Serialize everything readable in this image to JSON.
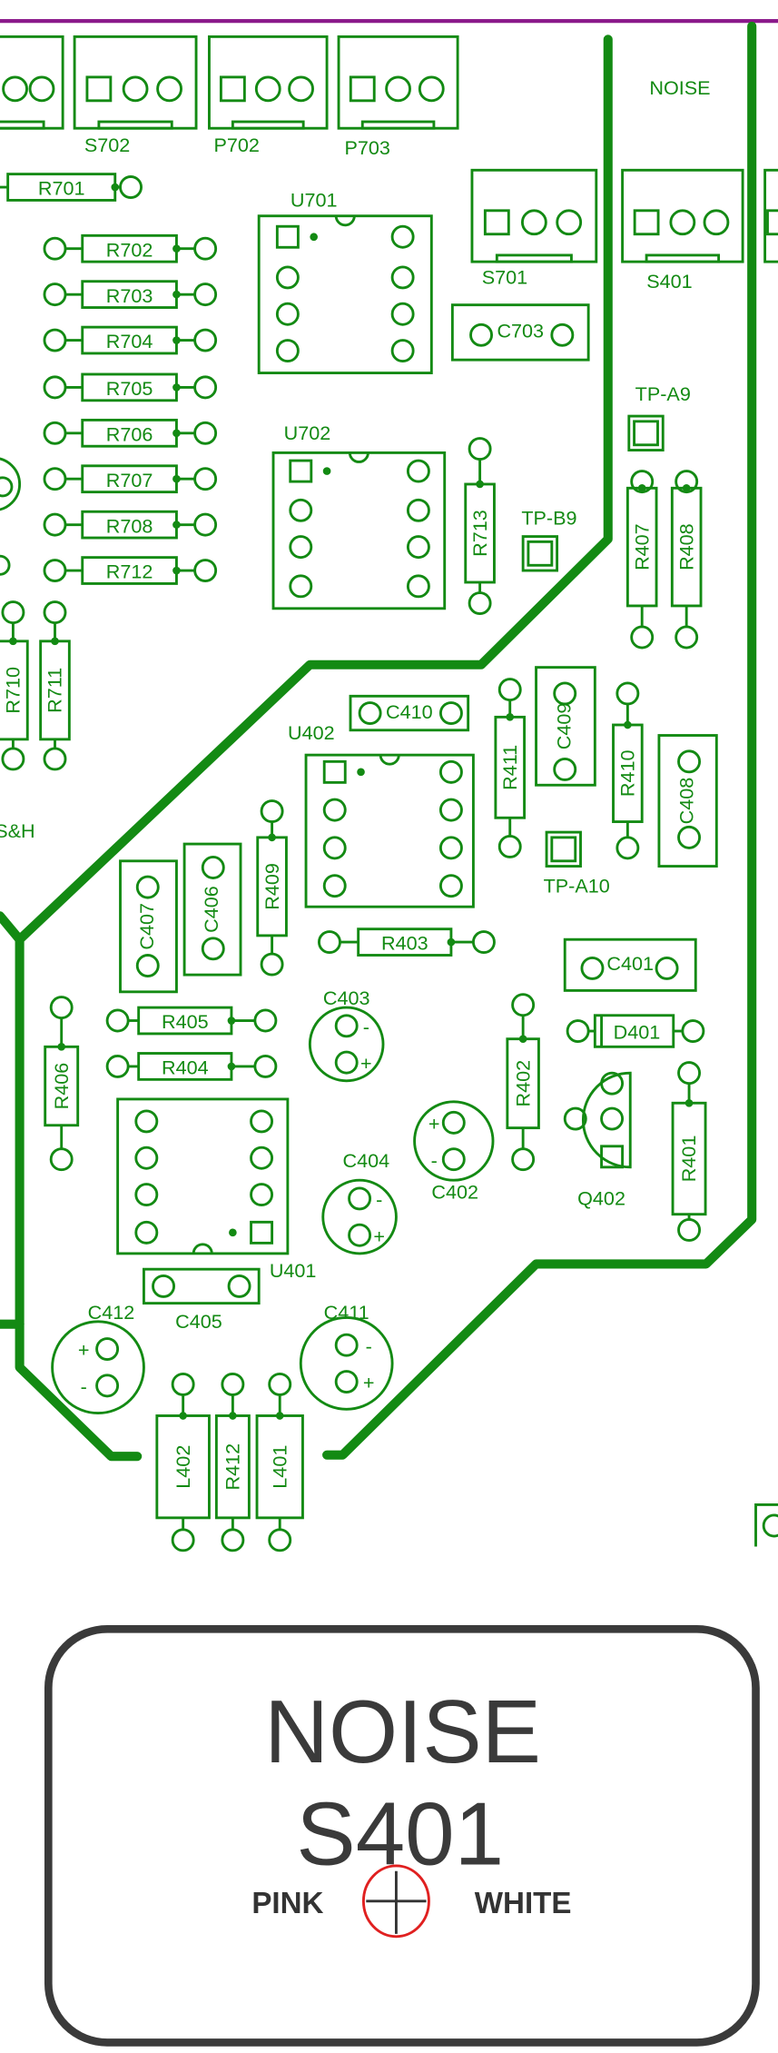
{
  "colors": {
    "silkscreen": "#138a13",
    "border": "#8b1a8b",
    "panel": "#3a3a3a",
    "marker": "#e02020"
  },
  "section_label": "NOISE",
  "side_label": "S&H",
  "connectors": {
    "S702": "S702",
    "P702": "P702",
    "P703": "P703",
    "S701": "S701",
    "S401": "S401"
  },
  "resistors": {
    "R701": "R701",
    "R702": "R702",
    "R703": "R703",
    "R704": "R704",
    "R705": "R705",
    "R706": "R706",
    "R707": "R707",
    "R708": "R708",
    "R712": "R712",
    "R713": "R713",
    "R710": "R710",
    "R711": "R711",
    "R407": "R407",
    "R408": "R408",
    "R411": "R411",
    "R410": "R410",
    "R409": "R409",
    "R403": "R403",
    "R405": "R405",
    "R404": "R404",
    "R406": "R406",
    "R402": "R402",
    "R401": "R401",
    "R412": "R412"
  },
  "inductors": {
    "L402": "L402",
    "L401": "L401"
  },
  "ics": {
    "U701": "U701",
    "U702": "U702",
    "U402": "U402",
    "U401": "U401"
  },
  "capacitors": {
    "C703": "C703",
    "C410": "C410",
    "C409": "C409",
    "C408": "C408",
    "C407": "C407",
    "C406": "C406",
    "C401": "C401",
    "C403": "C403",
    "C402": "C402",
    "C404": "C404",
    "C405": "C405",
    "C412": "C412",
    "C411": "C411"
  },
  "diodes": {
    "D401": "D401"
  },
  "transistors": {
    "Q402": "Q402"
  },
  "test_points": {
    "TP-A9": "TP-A9",
    "TP-B9": "TP-B9",
    "TP-A10": "TP-A10"
  },
  "polarity": {
    "plus": "+",
    "minus": "-"
  },
  "switch_panel": {
    "title": "NOISE",
    "ref": "S401",
    "left_option": "PINK",
    "right_option": "WHITE"
  }
}
